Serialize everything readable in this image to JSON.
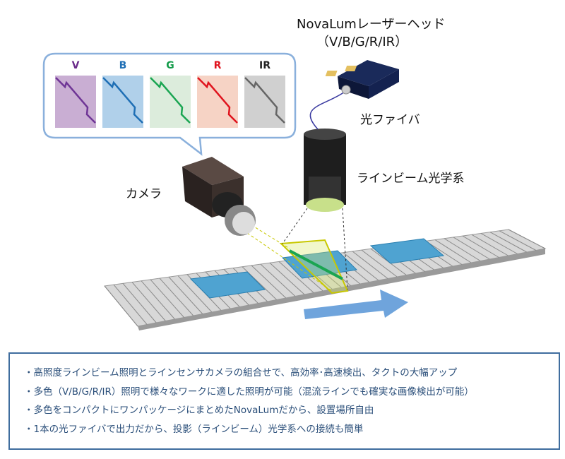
{
  "laser_head": {
    "title": "NovaLumレーザーヘッド",
    "subtitle": "（V/B/G/R/IR）"
  },
  "labels": {
    "fiber": "光ファイバ",
    "optics": "ラインビーム光学系",
    "camera": "カメラ"
  },
  "panels": [
    {
      "label": "V",
      "color": "#6a2a8a",
      "bg": "#c9aed3",
      "line": "#6f3596"
    },
    {
      "label": "B",
      "color": "#1f6fb5",
      "bg": "#b0d0ea",
      "line": "#1f6fb5"
    },
    {
      "label": "G",
      "color": "#139b4a",
      "bg": "#dcecdc",
      "line": "#1aa552"
    },
    {
      "label": "R",
      "color": "#e0141e",
      "bg": "#f6d3c5",
      "line": "#e0141e"
    },
    {
      "label": "IR",
      "color": "#222222",
      "bg": "#d0d0d0",
      "line": "#666666"
    }
  ],
  "bullets": [
    "・高照度ラインビーム照明とラインセンサカメラの組合せで、高効率･高速検出、タクトの大幅アップ",
    "・多色（V/B/G/R/IR）照明で様々なワークに適した照明が可能（混流ラインでも確実な画像検出が可能）",
    "・多色をコンパクトにワンパッケージにまとめたNovaLumだから、設置場所自由",
    "・1本の光ファイバで出力だから、投影（ラインビーム）光学系への接続も簡単"
  ]
}
